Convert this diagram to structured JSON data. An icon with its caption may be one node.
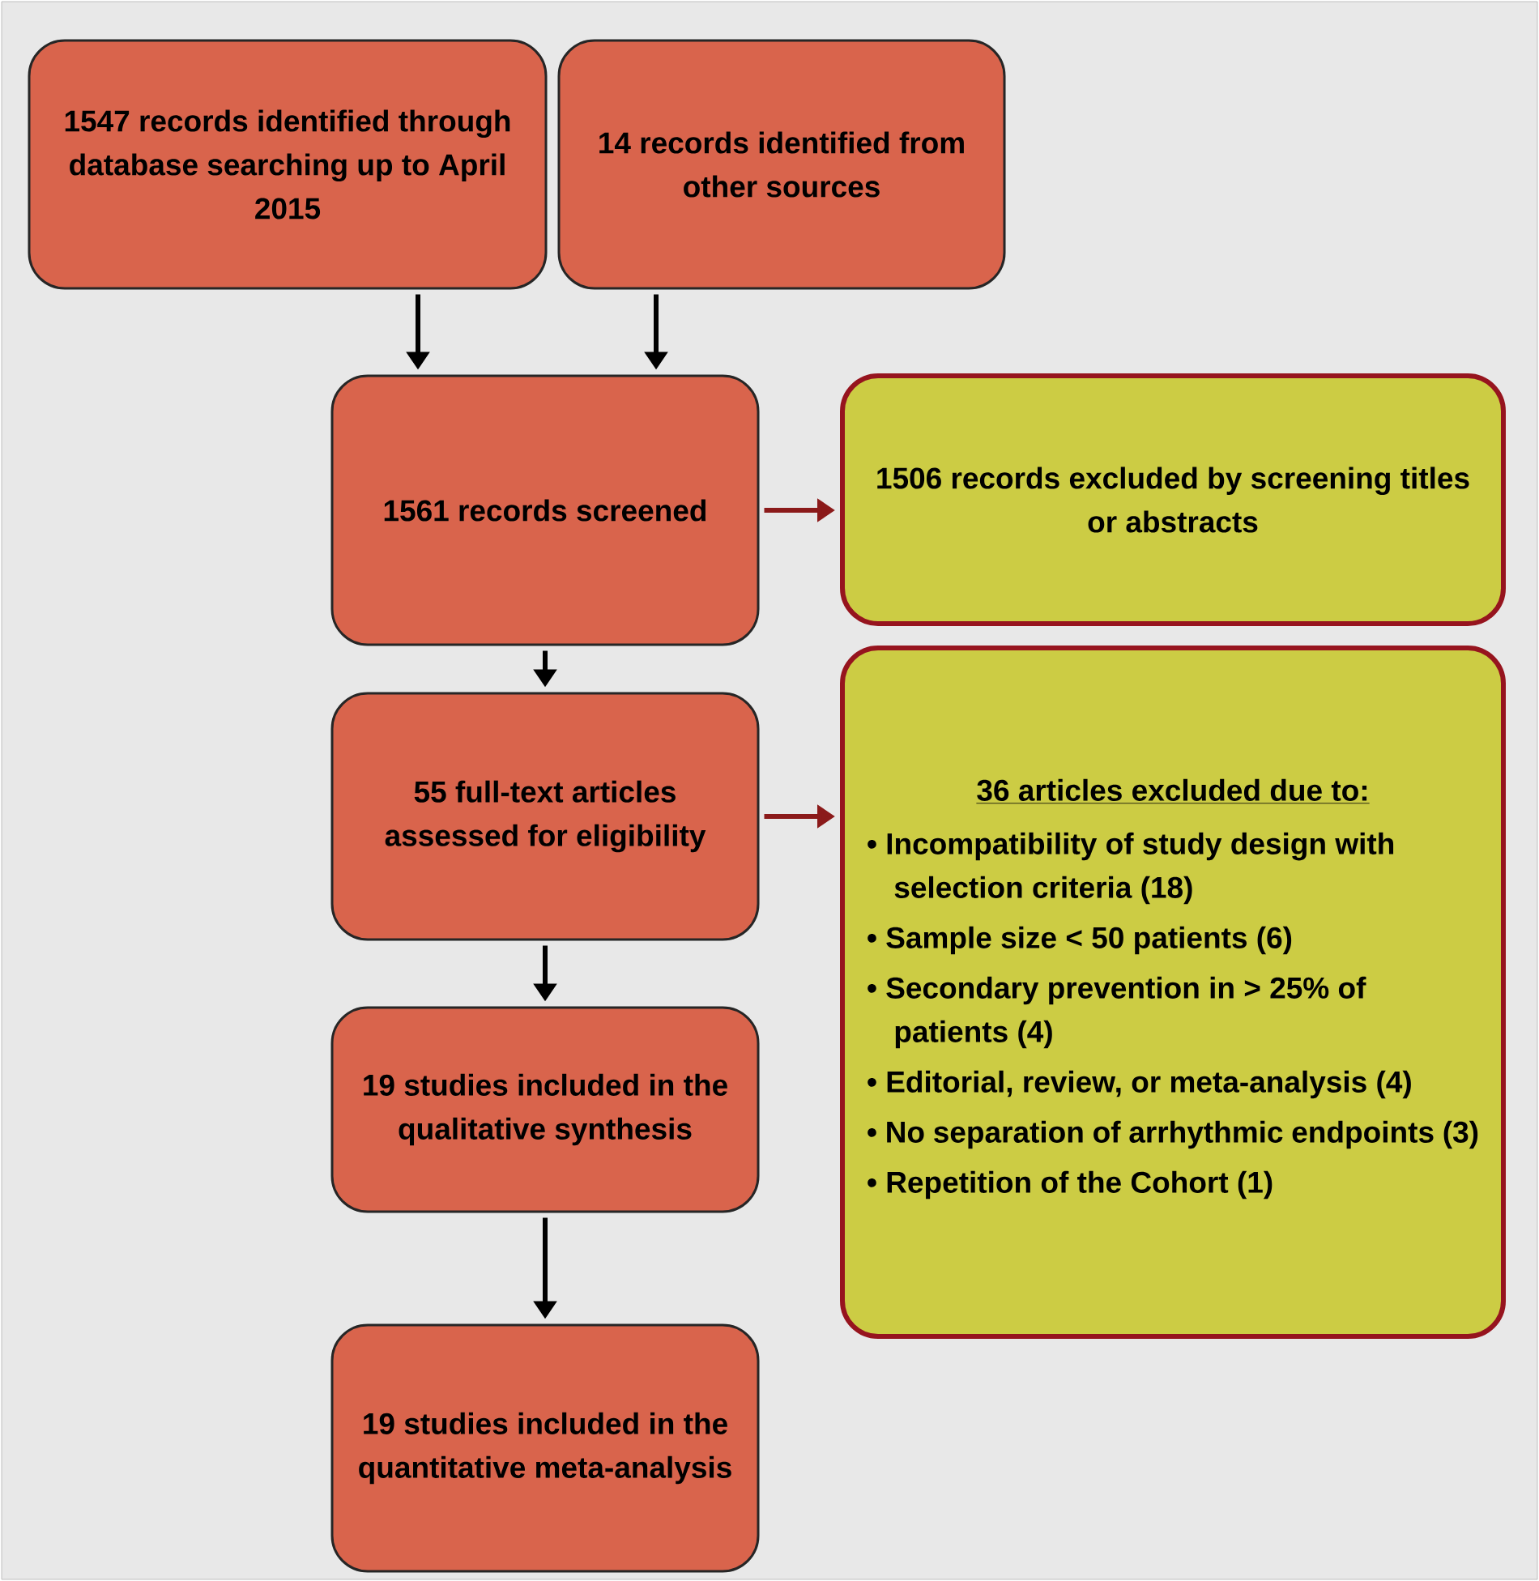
{
  "diagram": {
    "nodes": [
      {
        "text": [
          "1547 records identified through database searching up to April 2015"
        ]
      },
      {
        "text": [
          "14 records identified from other sources"
        ]
      },
      {
        "text": [
          "1561 records screened"
        ]
      },
      {
        "text": [
          "1506 records excluded by screening titles or abstracts"
        ]
      },
      {
        "text": [
          "55 full-text articles assessed for eligibility"
        ]
      },
      {
        "text": [
          "36 articles excluded due to:",
          "• Incompatibility of study design with selection criteria (18)",
          "• Sample size < 50 patients (6)",
          "• Secondary prevention in > 25% of patients (4)",
          "• Editorial, review, or meta-analysis (4)",
          "• No separation of arrhythmic endpoints (3)",
          "• Repetition of the Cohort (1)"
        ]
      },
      {
        "text": [
          "19 studies included in the qualitative synthesis"
        ]
      },
      {
        "text": [
          "19 studies included in the quantitative meta-analysis"
        ]
      }
    ],
    "edges": [
      {
        "from": 0,
        "to": 2,
        "arrow": "to"
      },
      {
        "from": 1,
        "to": 2,
        "arrow": "to"
      },
      {
        "from": 2,
        "to": 3,
        "arrow": "to",
        "color": "#8b1a1a"
      },
      {
        "from": 2,
        "to": 4,
        "arrow": "to"
      },
      {
        "from": 4,
        "to": 5,
        "arrow": "to",
        "color": "#8b1a1a"
      },
      {
        "from": 4,
        "to": 6,
        "arrow": "to"
      },
      {
        "from": 6,
        "to": 7,
        "arrow": "to"
      }
    ]
  }
}
